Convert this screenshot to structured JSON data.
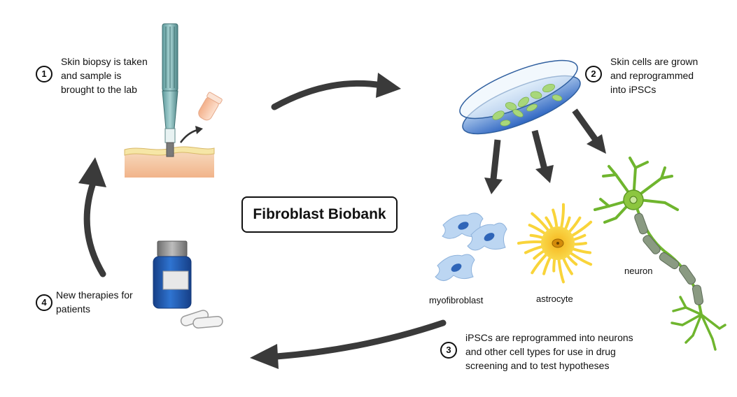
{
  "title": "Fibroblast Biobank",
  "steps": [
    {
      "number": "1",
      "lines": [
        "Skin biopsy is taken",
        "and sample is",
        "brought to the lab"
      ]
    },
    {
      "number": "2",
      "lines": [
        "Skin cells are grown",
        "and reprogrammed",
        "into iPSCs"
      ]
    },
    {
      "number": "3",
      "lines": [
        "iPSCs are reprogrammed into neurons",
        "and other cell types for use in drug",
        "screening and to test hypotheses"
      ]
    },
    {
      "number": "4",
      "lines": [
        "New therapies for",
        "patients"
      ]
    }
  ],
  "cell_labels": {
    "myofibroblast": "myofibroblast",
    "astrocyte": "astrocyte",
    "neuron": "neuron"
  },
  "colors": {
    "arrow": "#3a3a3a",
    "dish_blue": "#3f7fd0",
    "cell_green": "#9ed36a",
    "neuron_green": "#6fb52e",
    "astrocyte_yellow": "#f5c518",
    "myofibroblast_blue": "#bcd6f2",
    "bottle_blue": "#1f5fbf",
    "skin": "#f6c9a3"
  }
}
